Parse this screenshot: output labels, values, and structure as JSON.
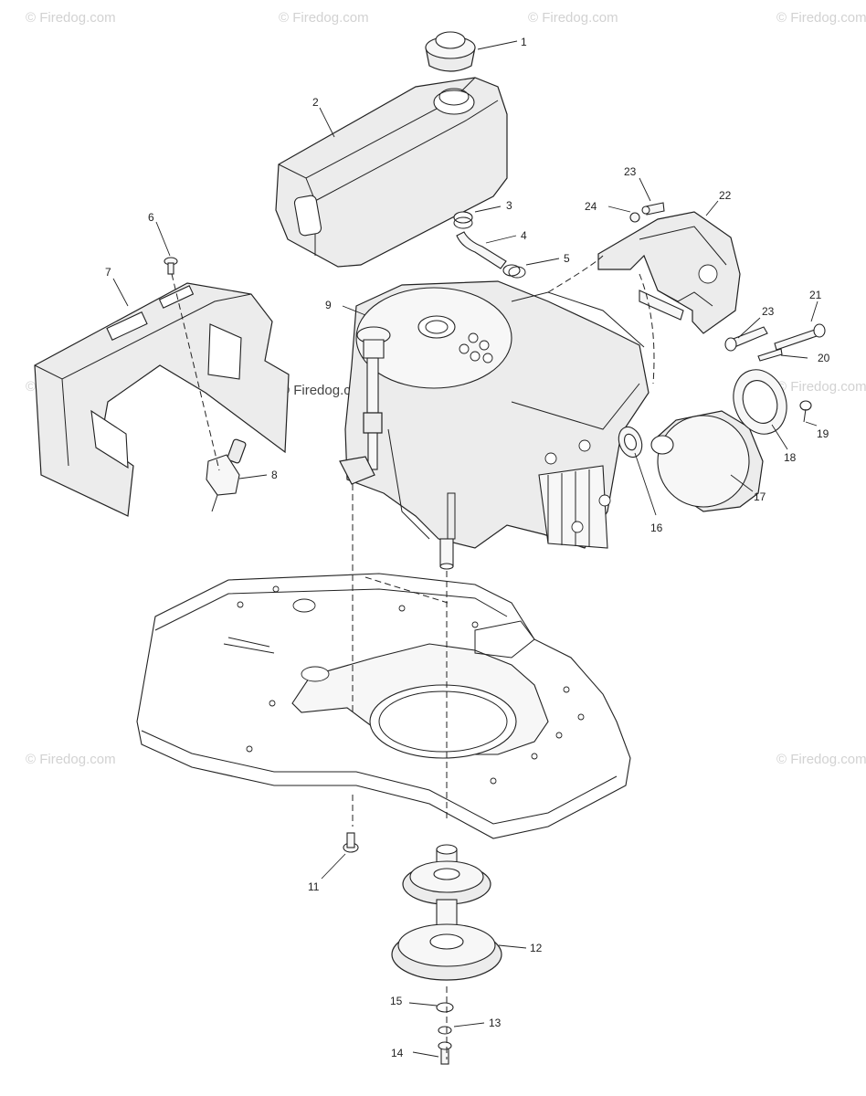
{
  "watermark": "© Firedog.com",
  "callouts": [
    {
      "id": "c1",
      "text": "1"
    },
    {
      "id": "c2",
      "text": "2"
    },
    {
      "id": "c3",
      "text": "3"
    },
    {
      "id": "c4",
      "text": "4"
    },
    {
      "id": "c5",
      "text": "5"
    },
    {
      "id": "c6",
      "text": "6"
    },
    {
      "id": "c7",
      "text": "7"
    },
    {
      "id": "c8",
      "text": "8"
    },
    {
      "id": "c9",
      "text": "9"
    },
    {
      "id": "c11",
      "text": "11"
    },
    {
      "id": "c12",
      "text": "12"
    },
    {
      "id": "c13",
      "text": "13"
    },
    {
      "id": "c14",
      "text": "14"
    },
    {
      "id": "c15",
      "text": "15"
    },
    {
      "id": "c16",
      "text": "16"
    },
    {
      "id": "c17",
      "text": "17"
    },
    {
      "id": "c18",
      "text": "18"
    },
    {
      "id": "c19",
      "text": "19"
    },
    {
      "id": "c20",
      "text": "20"
    },
    {
      "id": "c21",
      "text": "21"
    },
    {
      "id": "c22",
      "text": "22"
    },
    {
      "id": "c23a",
      "text": "23"
    },
    {
      "id": "c23b",
      "text": "23"
    },
    {
      "id": "c24",
      "text": "24"
    }
  ],
  "colors": {
    "ink": "#222222",
    "fill": "#ececec",
    "watermark": "#d2d2d2"
  }
}
